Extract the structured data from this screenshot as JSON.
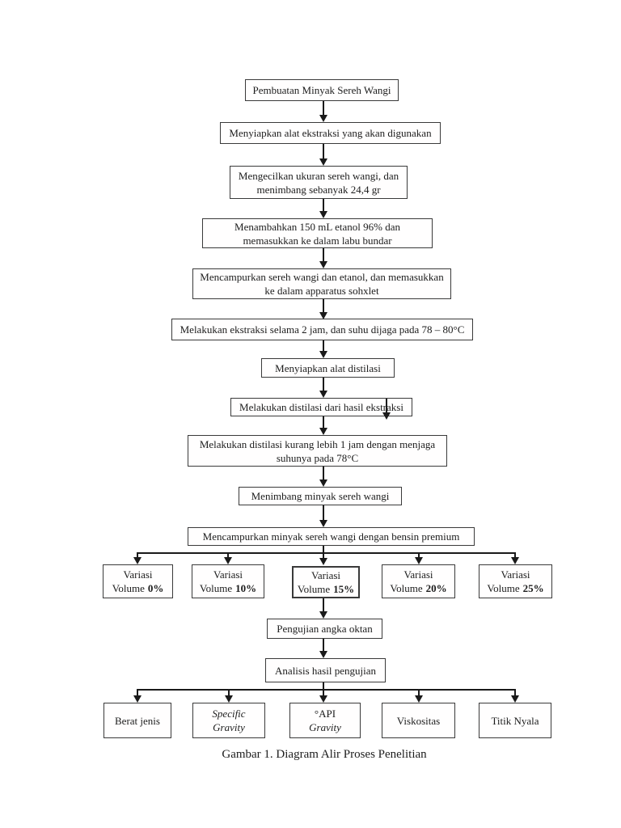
{
  "caption": "Gambar 1. Diagram Alir Proses Penelitian",
  "flow": {
    "steps": [
      {
        "lines": [
          "Pembuatan Minyak Sereh Wangi"
        ]
      },
      {
        "lines": [
          "Menyiapkan alat ekstraksi yang akan digunakan"
        ]
      },
      {
        "lines": [
          "Mengecilkan ukuran sereh wangi, dan",
          "menimbang sebanyak 24,4 gr"
        ]
      },
      {
        "lines": [
          "Menambahkan 150 mL etanol 96% dan",
          "memasukkan ke dalam labu bundar"
        ]
      },
      {
        "lines": [
          "Mencampurkan sereh wangi dan etanol, dan memasukkan",
          "ke dalam apparatus sohxlet"
        ]
      },
      {
        "lines": [
          "Melakukan ekstraksi selama 2 jam, dan suhu dijaga pada 78 – 80°C"
        ]
      },
      {
        "lines": [
          "Menyiapkan alat distilasi"
        ]
      },
      {
        "lines": [
          "Melakukan distilasi dari hasil ekstraksi"
        ]
      },
      {
        "lines": [
          "Melakukan distilasi kurang lebih 1 jam dengan menjaga",
          "suhunya pada 78°C"
        ]
      },
      {
        "lines": [
          "Menimbang minyak sereh wangi"
        ]
      },
      {
        "lines": [
          "Mencampurkan minyak sereh wangi dengan bensin premium"
        ]
      },
      {
        "lines": [
          "Pengujian angka oktan"
        ]
      },
      {
        "lines": [
          "Analisis hasil pengujian"
        ]
      }
    ],
    "variations": [
      {
        "label": "Variasi",
        "prefix": "Volume",
        "value": "0%"
      },
      {
        "label": "Variasi",
        "prefix": "Volume",
        "value": "10%"
      },
      {
        "label": "Variasi",
        "prefix": "Volume",
        "value": "15%"
      },
      {
        "label": "Variasi",
        "prefix": "Volume",
        "value": "20%"
      },
      {
        "label": "Variasi",
        "prefix": "Volume",
        "value": "25%"
      }
    ],
    "analysis_outputs": [
      {
        "lines": [
          "Berat jenis"
        ]
      },
      {
        "lines": [
          "Specific",
          "Gravity"
        ]
      },
      {
        "lines": [
          "°API",
          "Gravity"
        ]
      },
      {
        "lines": [
          "Viskositas"
        ]
      },
      {
        "lines": [
          "Titik Nyala"
        ]
      }
    ]
  },
  "colors": {
    "ink": "#1c1c1c",
    "box_border": "#3a3a3a",
    "background": "#ffffff"
  }
}
